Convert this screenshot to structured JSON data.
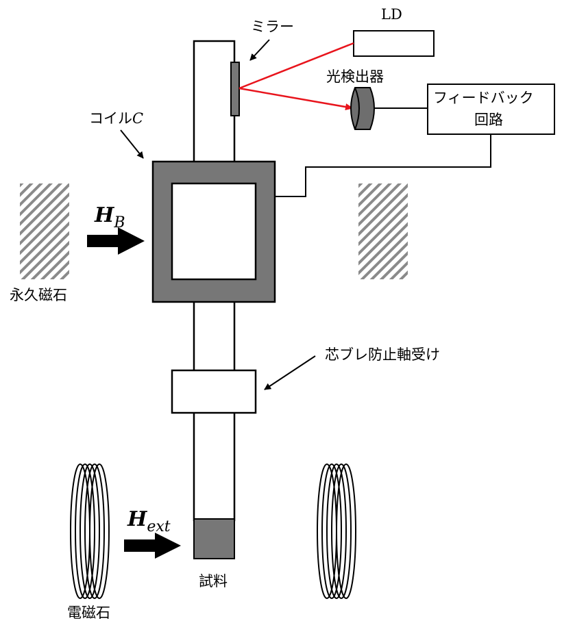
{
  "labels": {
    "ld": "LD",
    "mirror": "ミラー",
    "photodetector": "光検出器",
    "feedback_line1": "フィードバック",
    "feedback_line2": "回路",
    "coil_prefix": "コイル",
    "coil_symbol": "C",
    "field_b_main": "H",
    "field_b_sub": "B",
    "permanent_magnet": "永久磁石",
    "bearing": "芯ブレ防止軸受け",
    "field_ext_main": "H",
    "field_ext_sub": "ext",
    "sample": "試料",
    "electromagnet": "電磁石"
  },
  "colors": {
    "laser": "#e8141c",
    "dark_gray": "#777777",
    "line": "#000000"
  }
}
